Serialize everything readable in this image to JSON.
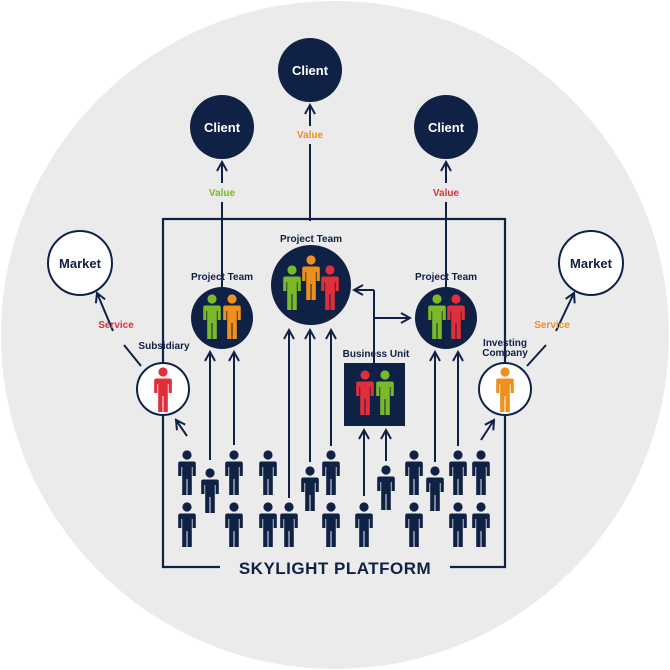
{
  "colors": {
    "navy": "#0f2145",
    "bg_circle": "#ebebeb",
    "green": "#7ab929",
    "orange": "#ef8f1c",
    "red": "#e02f3a",
    "label_green": "#7ab929",
    "label_orange": "#ef8f1c",
    "label_red": "#e02f3a"
  },
  "clients": {
    "top": "Client",
    "left": "Client",
    "right": "Client"
  },
  "markets": {
    "left": "Market",
    "right": "Market"
  },
  "flows": {
    "value_top": "Value",
    "value_left": "Value",
    "value_right": "Value",
    "service_left": "Service",
    "service_right": "Service"
  },
  "units": {
    "project_team_center": "Project Team",
    "project_team_left": "Project Team",
    "project_team_right": "Project Team",
    "business_unit": "Business Unit",
    "subsidiary": "Subsidiary",
    "investing_company": "Investing Company",
    "investing_company_line1": "Investing",
    "investing_company_line2": "Company"
  },
  "platform": {
    "label": "SKYLIGHT PLATFORM"
  }
}
